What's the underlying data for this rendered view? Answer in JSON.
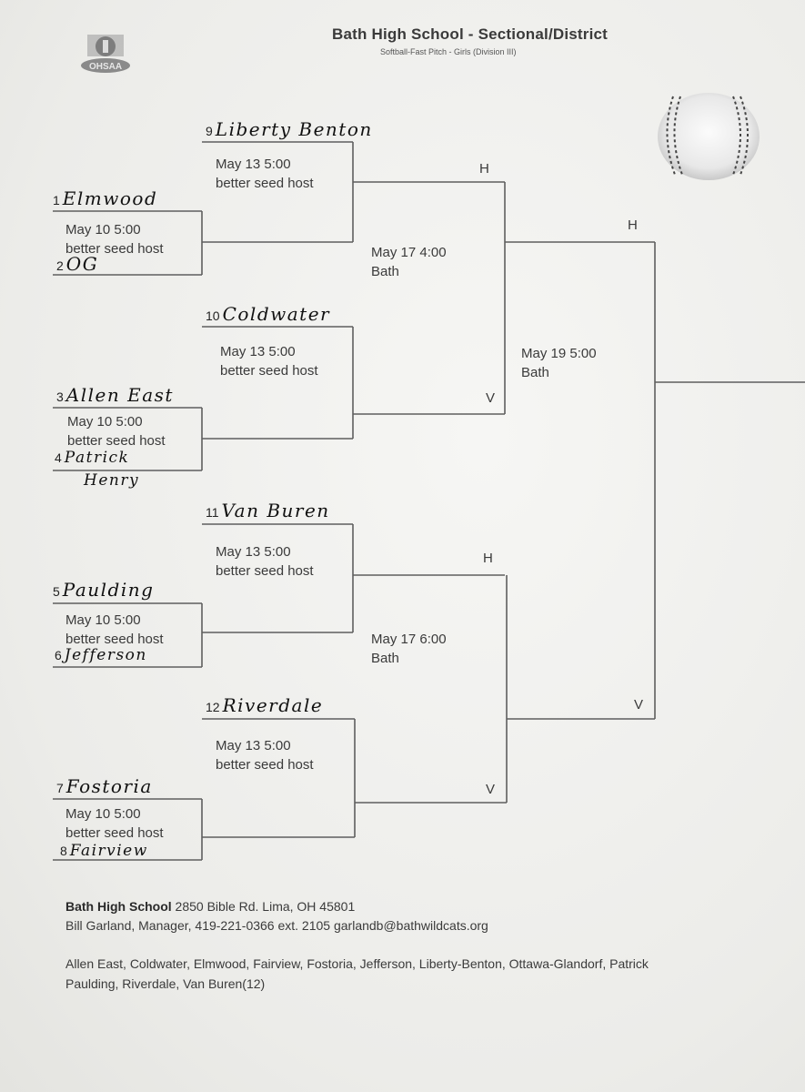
{
  "header": {
    "title": "Bath High School - Sectional/District",
    "subtitle": "Softball-Fast Pitch - Girls (Division III)",
    "logo_text": "OHSAA"
  },
  "first_round": [
    {
      "seed_top": "1",
      "team_top": "Elmwood",
      "date": "May 10   5:00",
      "host": "better seed host",
      "seed_bottom": "2",
      "team_bottom": "OG"
    },
    {
      "seed_top": "3",
      "team_top": "Allen East",
      "date": "May 10   5:00",
      "host": "better seed host",
      "seed_bottom": "4",
      "team_bottom": "Patrick",
      "team_bottom_line2": "Henry"
    },
    {
      "seed_top": "5",
      "team_top": "Paulding",
      "date": "May 10   5:00",
      "host": "better seed host",
      "seed_bottom": "6",
      "team_bottom": "Jefferson"
    },
    {
      "seed_top": "7",
      "team_top": "Fostoria",
      "date": "May 10   5:00",
      "host": "better seed host",
      "seed_bottom": "8",
      "team_bottom": "Fairview"
    }
  ],
  "second_round": [
    {
      "seed": "9",
      "team": "Liberty Benton",
      "date": "May 13   5:00",
      "host": "better seed host"
    },
    {
      "seed": "10",
      "team": "Coldwater",
      "date": "May 13   5:00",
      "host": "better seed host"
    },
    {
      "seed": "11",
      "team": "Van Buren",
      "date": "May 13   5:00",
      "host": "better seed host"
    },
    {
      "seed": "12",
      "team": "Riverdale",
      "date": "May 13   5:00",
      "host": "better seed host"
    }
  ],
  "semifinals": [
    {
      "date": "May 17   4:00",
      "site": "Bath"
    },
    {
      "date": "May 17   6:00",
      "site": "Bath"
    }
  ],
  "final": {
    "date": "May 19   5:00",
    "site": "Bath"
  },
  "markers": {
    "home": "H",
    "visitor": "V"
  },
  "footer": {
    "school": "Bath High School",
    "address": " 2850 Bible Rd. Lima, OH 45801",
    "contact": "Bill Garland, Manager, 419-221-0366 ext. 2105  garlandb@bathwildcats.org",
    "teams_line1": "Allen East, Coldwater, Elmwood, Fairview, Fostoria, Jefferson, Liberty-Benton, Ottawa-Glandorf, Patrick",
    "teams_line2": "Paulding, Riverdale, Van Buren(12)"
  }
}
